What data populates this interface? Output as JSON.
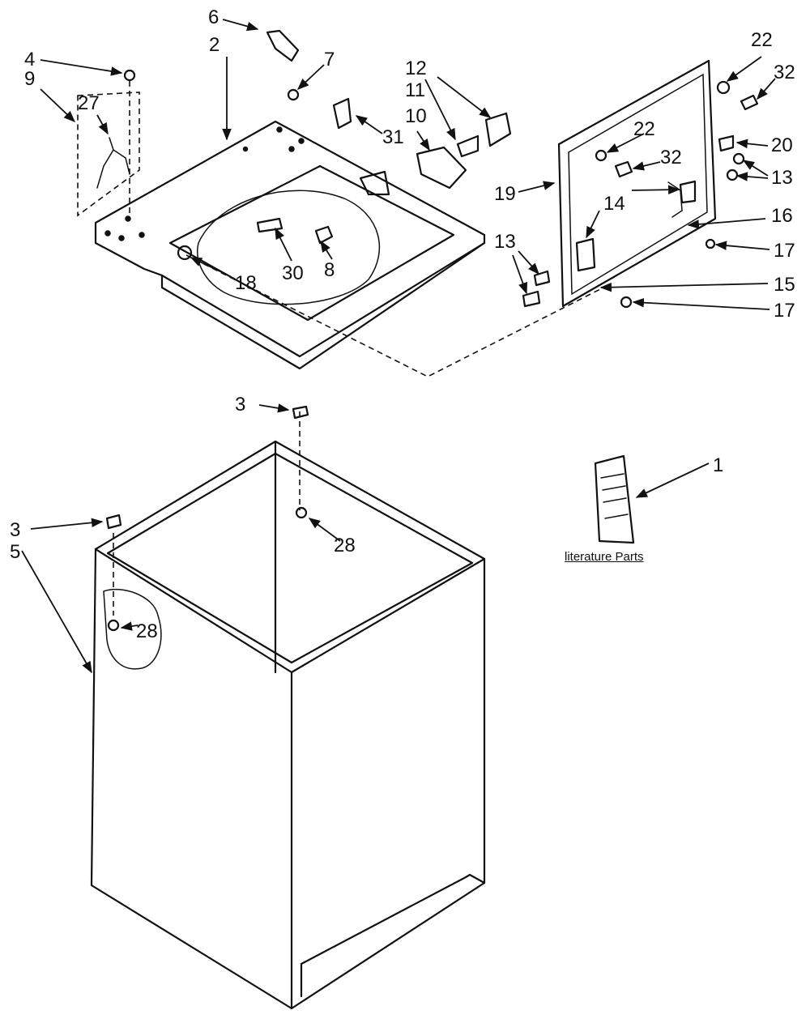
{
  "callouts": {
    "c1": "1",
    "c2": "2",
    "c3a": "3",
    "c3b": "3",
    "c4": "4",
    "c5": "5",
    "c6": "6",
    "c7": "7",
    "c8": "8",
    "c9": "9",
    "c10": "10",
    "c11": "11",
    "c12": "12",
    "c13a": "13",
    "c13b": "13",
    "c14": "14",
    "c15": "15",
    "c16": "16",
    "c17a": "17",
    "c17b": "17",
    "c18": "18",
    "c19": "19",
    "c20": "20",
    "c22a": "22",
    "c22b": "22",
    "c27": "27",
    "c28a": "28",
    "c28b": "28",
    "c30": "30",
    "c31": "31",
    "c32a": "32",
    "c32b": "32"
  },
  "literature_caption": "literature Parts"
}
